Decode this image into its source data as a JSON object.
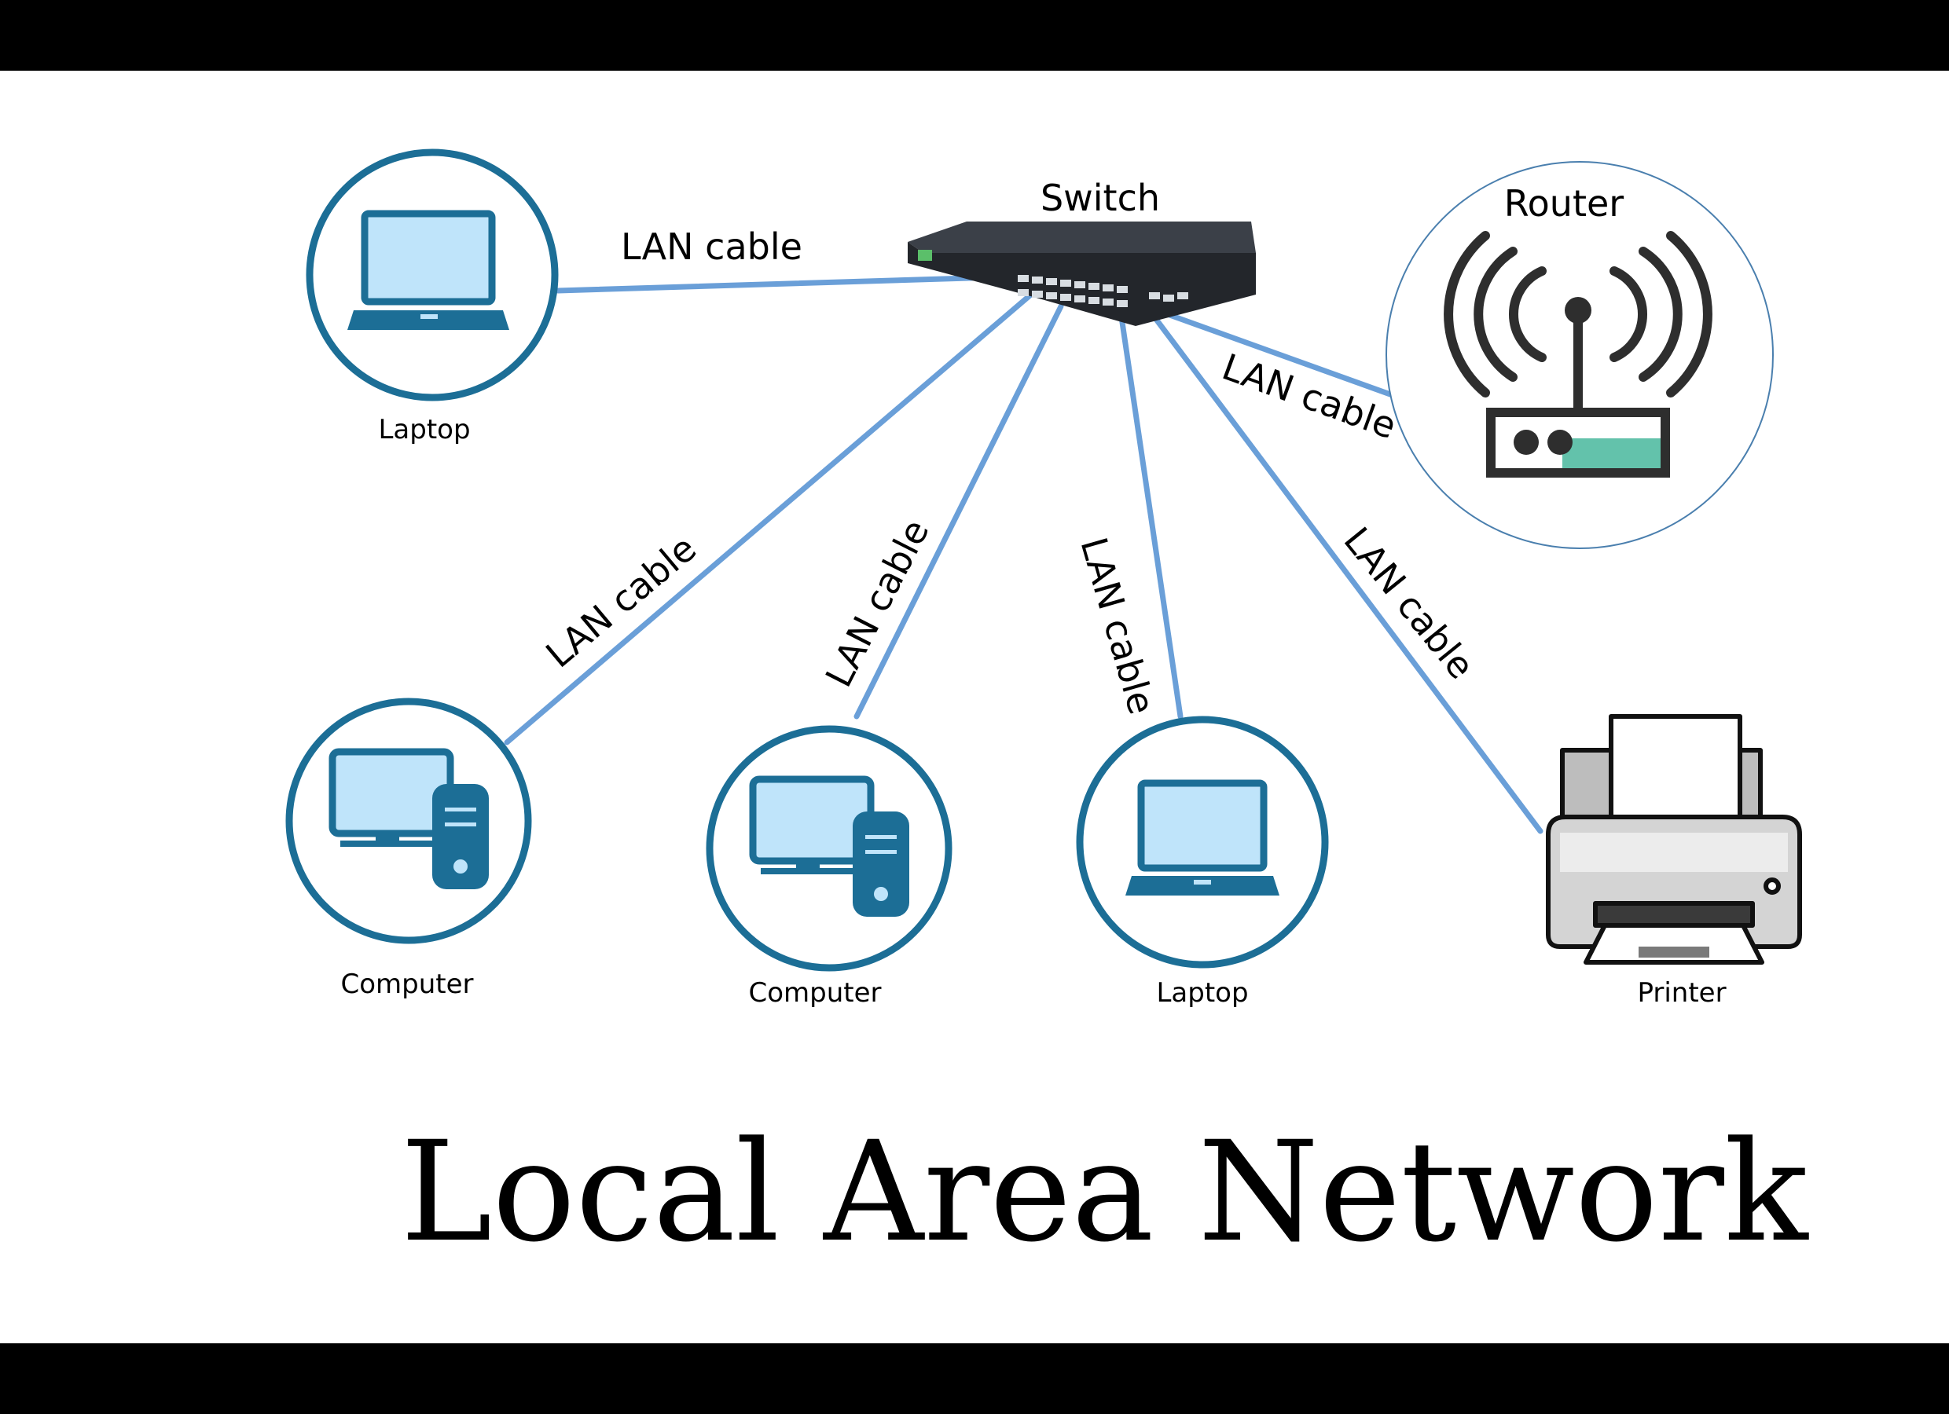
{
  "title": "Local Area Network",
  "cable_label": "LAN cable",
  "nodes": {
    "switch": {
      "label": "Switch"
    },
    "router": {
      "label": "Router"
    },
    "laptop_top": {
      "label": "Laptop"
    },
    "computer_left": {
      "label": "Computer"
    },
    "computer_mid": {
      "label": "Computer"
    },
    "laptop_bottom": {
      "label": "Laptop"
    },
    "printer": {
      "label": "Printer"
    }
  },
  "colors": {
    "background": "#ffffff",
    "frame_bars": "#000000",
    "cable": "#6a9fd8",
    "device_ring": "#1c6e96",
    "device_fill": "#bfe4fa",
    "device_dark": "#1c6e96",
    "router_ring": "#4a7fae",
    "router_stroke": "#2e2e2e",
    "router_accent": "#63c2ab"
  }
}
